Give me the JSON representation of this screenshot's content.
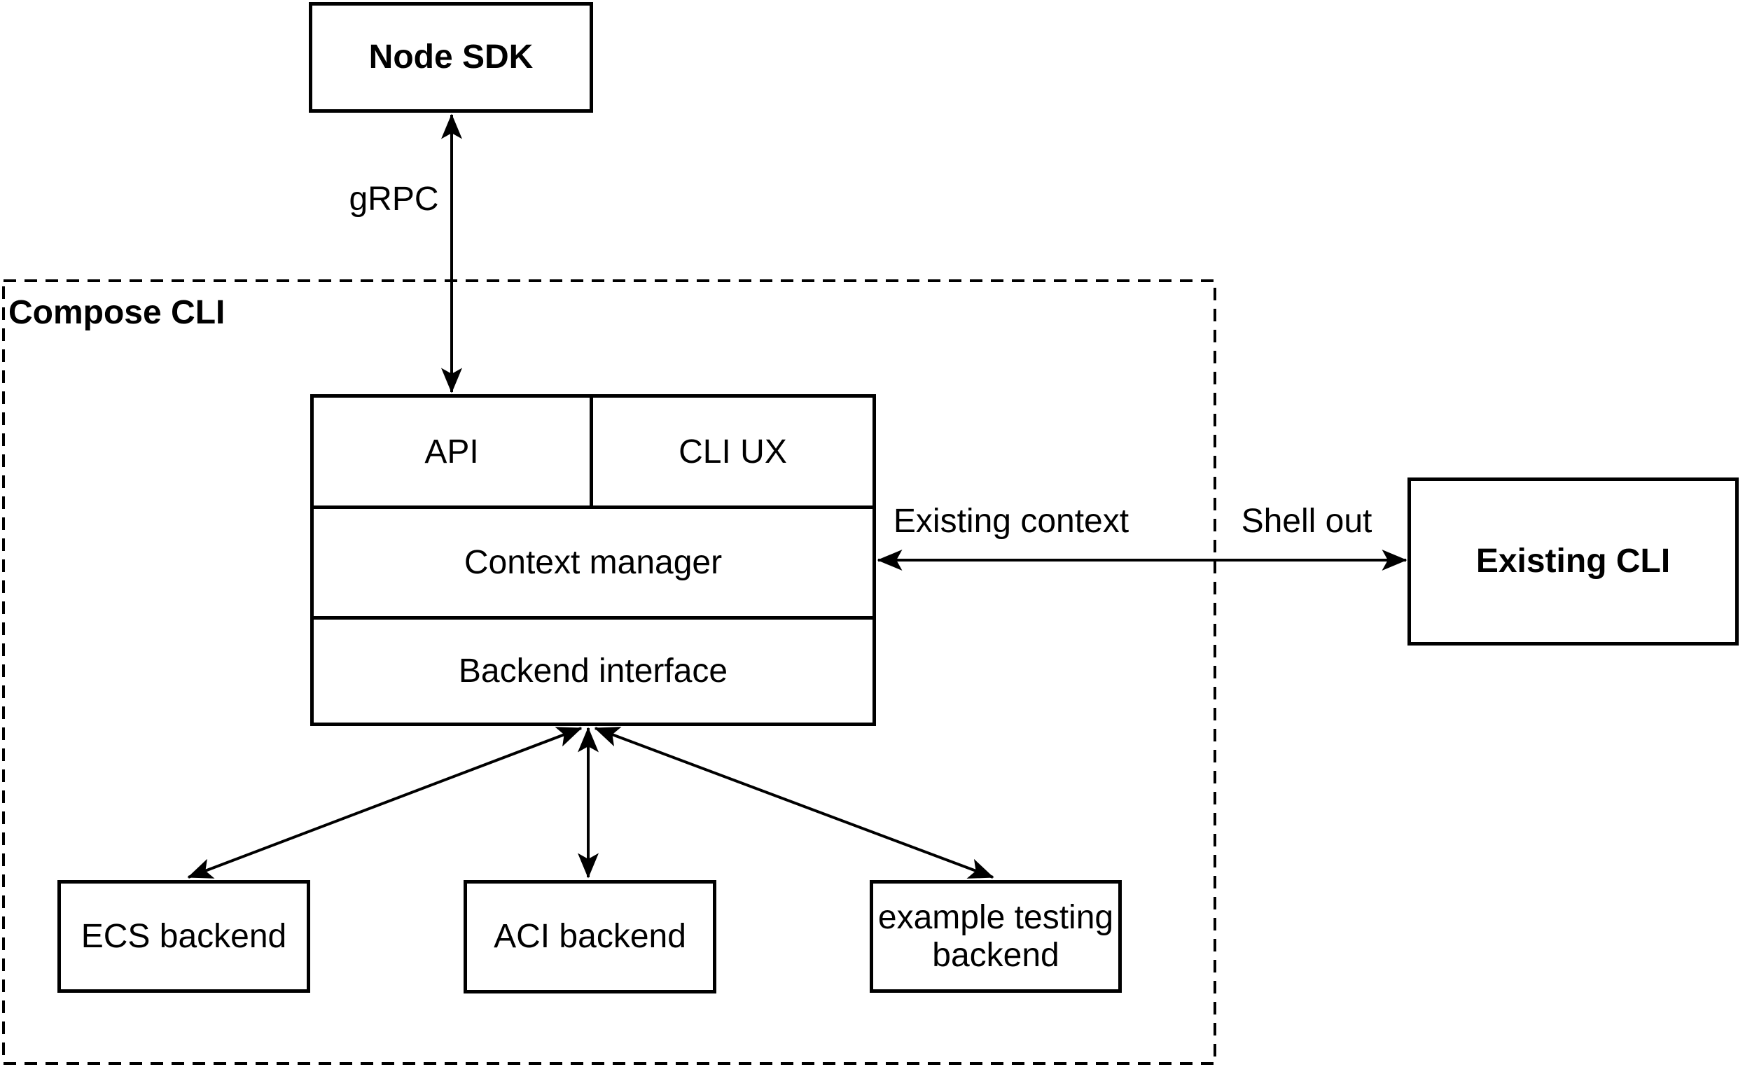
{
  "nodes": {
    "node_sdk": {
      "label": "Node SDK"
    },
    "compose_cli": {
      "label": "Compose CLI"
    },
    "stack": {
      "api": "API",
      "cli_ux": "CLI UX",
      "context_manager": "Context manager",
      "backend_interface": "Backend interface"
    },
    "existing_cli": {
      "label": "Existing CLI"
    },
    "backends": {
      "ecs": "ECS backend",
      "aci": "ACI backend",
      "example": "example testing\nbackend"
    }
  },
  "edges": {
    "grpc": {
      "label": "gRPC"
    },
    "existing_context": {
      "label": "Existing context"
    },
    "shell_out": {
      "label": "Shell out"
    }
  },
  "colors": {
    "stroke": "#000000",
    "background": "#ffffff",
    "text": "#000000"
  }
}
